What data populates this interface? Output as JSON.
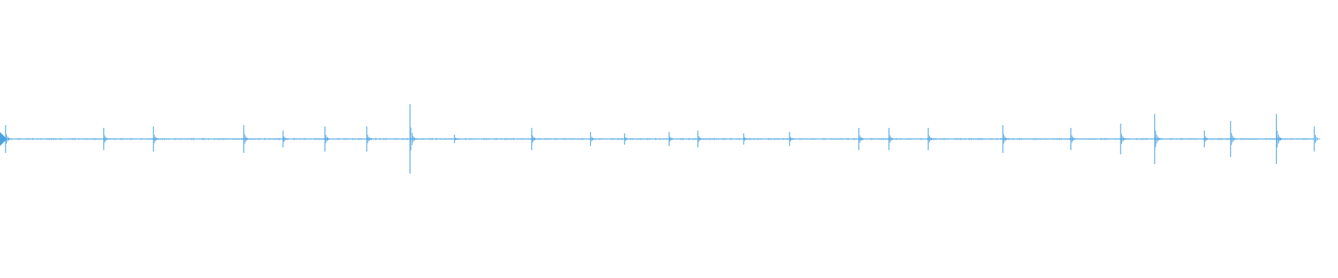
{
  "waveform": {
    "color": "#4aa3df",
    "background": "#ffffff",
    "baseline_amplitude": 0.01,
    "spikes": [
      {
        "t": 0.0,
        "amp": 0.1
      },
      {
        "t": 0.075,
        "amp": 0.08
      },
      {
        "t": 0.113,
        "amp": 0.09
      },
      {
        "t": 0.182,
        "amp": 0.1
      },
      {
        "t": 0.212,
        "amp": 0.06
      },
      {
        "t": 0.244,
        "amp": 0.09
      },
      {
        "t": 0.276,
        "amp": 0.09
      },
      {
        "t": 0.309,
        "amp": 0.25
      },
      {
        "t": 0.343,
        "amp": 0.03
      },
      {
        "t": 0.402,
        "amp": 0.08
      },
      {
        "t": 0.447,
        "amp": 0.05
      },
      {
        "t": 0.473,
        "amp": 0.04
      },
      {
        "t": 0.507,
        "amp": 0.05
      },
      {
        "t": 0.529,
        "amp": 0.06
      },
      {
        "t": 0.564,
        "amp": 0.04
      },
      {
        "t": 0.599,
        "amp": 0.05
      },
      {
        "t": 0.652,
        "amp": 0.08
      },
      {
        "t": 0.675,
        "amp": 0.08
      },
      {
        "t": 0.705,
        "amp": 0.08
      },
      {
        "t": 0.762,
        "amp": 0.1
      },
      {
        "t": 0.814,
        "amp": 0.08
      },
      {
        "t": 0.852,
        "amp": 0.11
      },
      {
        "t": 0.878,
        "amp": 0.18
      },
      {
        "t": 0.916,
        "amp": 0.06
      },
      {
        "t": 0.936,
        "amp": 0.13
      },
      {
        "t": 0.971,
        "amp": 0.18
      },
      {
        "t": 1.0,
        "amp": 0.09
      }
    ]
  }
}
